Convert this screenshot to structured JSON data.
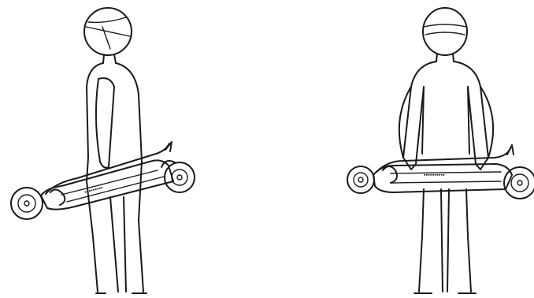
{
  "illustration": {
    "stroke_color": "#1a1a1a",
    "background_color": "#ffffff",
    "figures": [
      {
        "pose": "side",
        "object": "folded-scooter"
      },
      {
        "pose": "front",
        "object": "folded-scooter"
      }
    ]
  }
}
